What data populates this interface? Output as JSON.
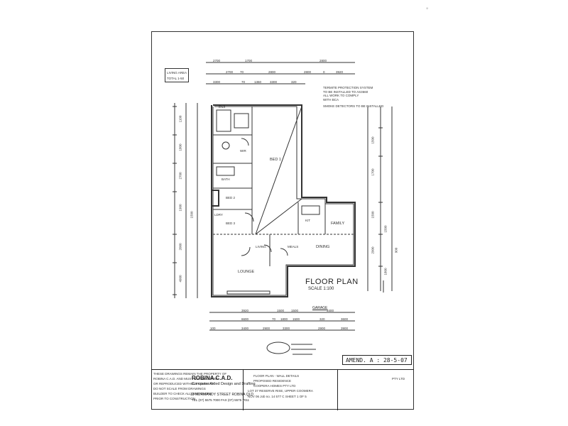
{
  "sheet": {
    "floor_plan_title": "FLOOR PLAN",
    "scale": "SCALE 1:100",
    "garage_label": "GARAGE",
    "amendment": "AMEND. A : 28-5-07",
    "top_marker": "+"
  },
  "legend": {
    "line1": "LIVING AREA",
    "line2": "TOTAL 1-50"
  },
  "notes": {
    "line1": "TERMITE PROTECTION SYSTEM",
    "line2": "TO BE INSTALLED TO AS3660",
    "line3": "ALL WORK TO COMPLY",
    "line4": "WITH BCA",
    "line5": "SMOKE DETECTORS TO BE INSTALLED"
  },
  "dims": {
    "top_row1": [
      "2700",
      "1700",
      "2800"
    ],
    "top_row2": [
      "2700",
      "70",
      "2800",
      "2800",
      "0",
      "3920"
    ],
    "top_row3": [
      "3300",
      "70",
      "1360",
      "3300",
      "320"
    ],
    "bottom_row1": [
      "3920",
      "1500",
      "1500",
      "3400"
    ],
    "bottom_row2": [
      "6600",
      "70",
      "1800",
      "1500",
      "320",
      "3600"
    ],
    "bottom_row3": [
      "100",
      "3400",
      "2900",
      "3300",
      "2900",
      "3900"
    ],
    "left_col": [
      "1100",
      "1800",
      "2700",
      "1900",
      "2000",
      "1500",
      "4900"
    ],
    "right_col": [
      "1500",
      "1700",
      "1500",
      "2900",
      "1500",
      "1800",
      "900"
    ]
  },
  "rooms": {
    "ensuite": "ENS",
    "bed1": "BED 1",
    "wir": "WIR",
    "bath": "BATH",
    "bed2": "BED 2",
    "bed3": "BED 3",
    "kitchen": "KIT",
    "family": "FAMILY",
    "dining": "DINING",
    "lounge": "LOUNGE",
    "meals": "MEALS",
    "living": "LIVING",
    "ldry": "LDRY"
  },
  "title_block": {
    "left_lines": [
      "THESE DRAWINGS REMAIN THE PROPERTY OF",
      "ROBINA C.A.D. AND MUST NOT BE COPIED",
      "OR REPRODUCED WITHOUT CONSENT",
      "DO NOT SCALE FROM DRAWINGS",
      "BUILDER TO CHECK ALL DIMENSIONS",
      "PRIOR TO CONSTRUCTION"
    ],
    "mid_lines": [
      "FLOOR PLAN - WALL DETAILS",
      "PROPOSED RESIDENCE",
      "COOPERA HOMES PTY LTD",
      "LOT 37 RESERVE RISE, UPPER COOMERA",
      "NOV 06   Job no. 14 577 C   SHEET 1 OF 5"
    ],
    "firm_name": "ROBINA C.A.D.",
    "firm_suffix": "PTY LTD",
    "firm_tagline": "Computer Aided Design and Drafting",
    "firm_address": "13 NORMANDY STREET ROBINA QLD",
    "firm_phone": "TEL (07) 5575 7000  FAX (07) 5575 7011"
  },
  "colors": {
    "line": "#333333",
    "paper": "#ffffff"
  }
}
